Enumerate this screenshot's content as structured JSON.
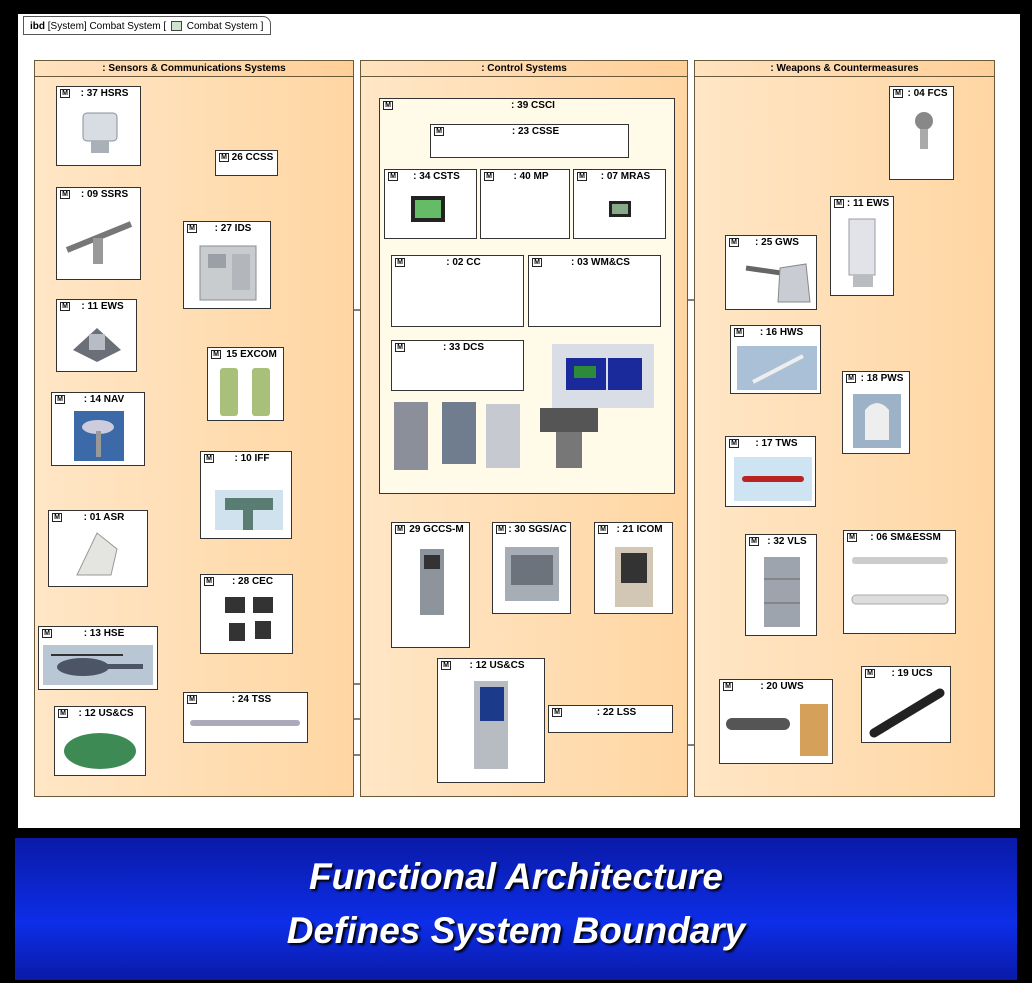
{
  "diagram": {
    "tab": {
      "kind": "ibd",
      "text": "[System] Combat System [",
      "name": "Combat System",
      "end": "]"
    },
    "partitions": {
      "sensors": ": Sensors & Communications Systems",
      "control": ": Control Systems",
      "weapons": ": Weapons & Countermeasures"
    },
    "stereotype_marker": "M",
    "blocks": {
      "hsrs": ": 37 HSRS",
      "ccss": "26 CCSS",
      "ssrs": ": 09 SSRS",
      "ids": ": 27 IDS",
      "ews_left": ": 11 EWS",
      "excom": "15 EXCOM",
      "nav": ": 14 NAV",
      "iff": ": 10 IFF",
      "asr": ": 01 ASR",
      "cec": ": 28 CEC",
      "hse": ": 13 HSE",
      "tss": ": 24 TSS",
      "usacs_left": ": 12 US&CS",
      "csci": ": 39 CSCI",
      "csse": ": 23 CSSE",
      "csts": ": 34 CSTS",
      "mp": ": 40 MP",
      "mras": ": 07 MRAS",
      "cc": ": 02 CC",
      "wmcs": ": 03 WM&CS",
      "dcs": ": 33 DCS",
      "gccs": "29 GCCS-M",
      "sgs": ": 30 SGS/AC",
      "icom": ": 21 ICOM",
      "uscs_mid": ": 12 US&CS",
      "lss": ": 22 LSS",
      "fcs": ": 04 FCS",
      "ews_right": ": 11 EWS",
      "gws": ": 25 GWS",
      "hws": ": 16 HWS",
      "pws": ": 18 PWS",
      "tws": ": 17 TWS",
      "vls": ": 32 VLS",
      "smessm": ": 06 SM&ESSM",
      "uws": ": 20 UWS",
      "ucs": ": 19 UCS"
    }
  },
  "banner": {
    "line1": "Functional Architecture",
    "line2": "Defines System Boundary"
  },
  "colors": {
    "partition_fill": "#ffd6a3",
    "banner_blue": "#0d2ee8",
    "wire": "#000000"
  }
}
